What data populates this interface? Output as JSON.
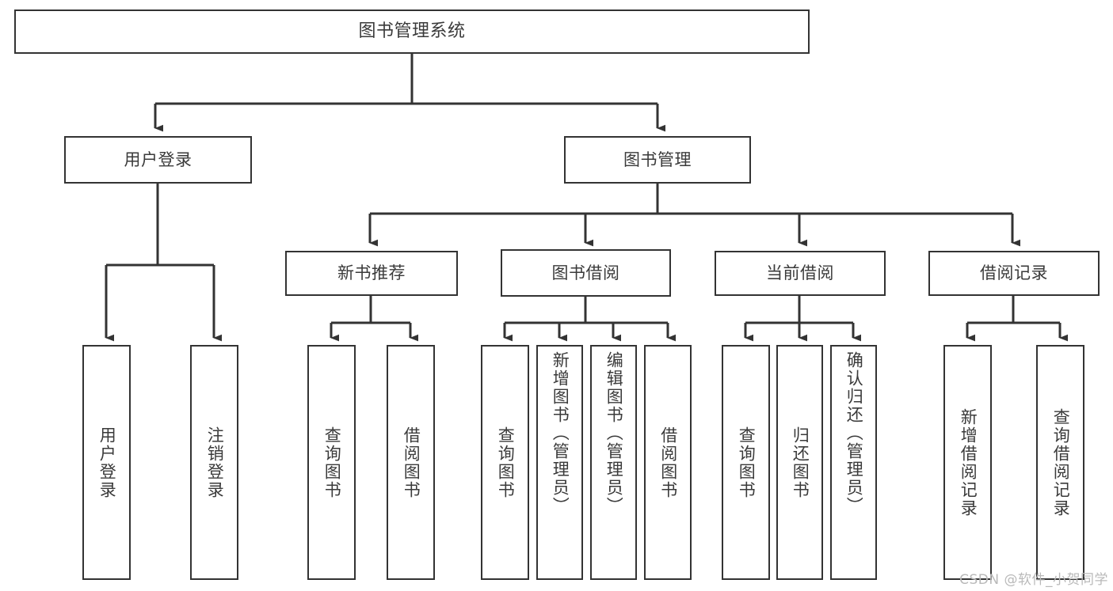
{
  "diagram": {
    "title": "图书管理系统",
    "type": "hierarchy-tree",
    "watermark": "CSDN @软件_小贺同学",
    "colors": {
      "box_border": "#333333",
      "box_fill": "#ffffff",
      "text": "#3a3a3a",
      "edge": "#333333",
      "watermark": "#b9b9b9"
    },
    "nodes": {
      "root": "图书管理系统",
      "level2": {
        "user_login": "用户登录",
        "book_manage": "图书管理"
      },
      "level3": {
        "new_book_recommend": "新书推荐",
        "book_borrow": "图书借阅",
        "current_borrow": "当前借阅",
        "borrow_record": "借阅记录"
      },
      "leaves": {
        "user_login": [
          "用户登录",
          "注销登录"
        ],
        "new_book_recommend": [
          "查询图书",
          "借阅图书"
        ],
        "book_borrow": [
          "查询图书",
          "新增图书（管理员）",
          "编辑图书（管理员）",
          "借阅图书"
        ],
        "current_borrow": [
          "查询图书",
          "归还图书",
          "确认归还（管理员）"
        ],
        "borrow_record": [
          "新增借阅记录",
          "查询借阅记录"
        ]
      }
    }
  }
}
